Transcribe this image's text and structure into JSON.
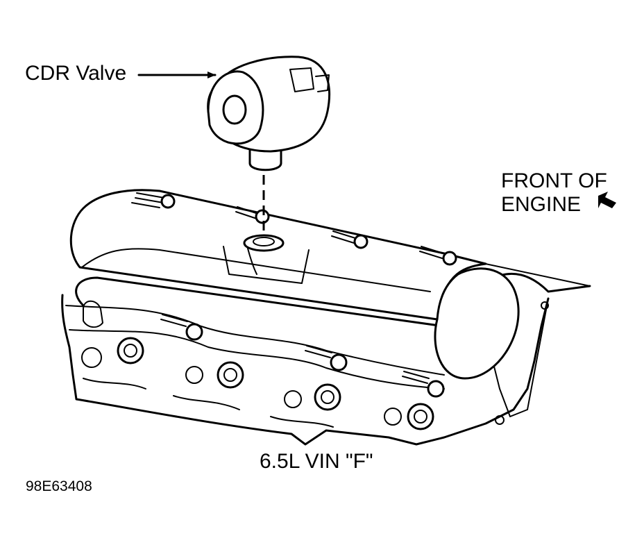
{
  "labels": {
    "cdr_valve": "CDR Valve",
    "front_line1": "FRONT OF",
    "front_line2": "ENGINE",
    "caption": "6.5L VIN \"F\"",
    "figure_code": "98E63408"
  },
  "colors": {
    "ink": "#000000",
    "background": "#ffffff"
  }
}
